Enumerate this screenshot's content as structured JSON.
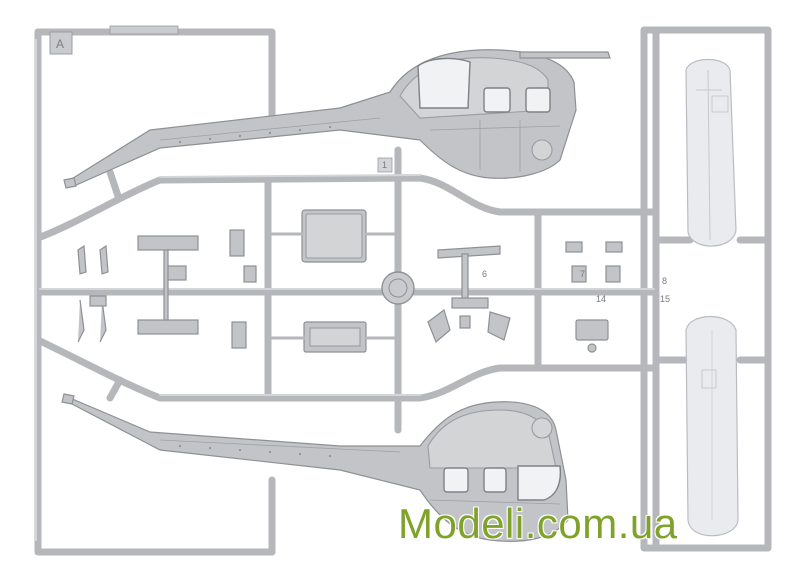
{
  "sprue": {
    "letter": "A",
    "part_numbers": [
      "1",
      "8",
      "14",
      "15",
      "7",
      "6"
    ]
  },
  "watermark": {
    "text": "Modeli.com.ua"
  },
  "colors": {
    "plastic": "#c2c4c7",
    "clear_part": "#e9ebee",
    "watermark": "#7fa32a",
    "background": "#ffffff"
  }
}
